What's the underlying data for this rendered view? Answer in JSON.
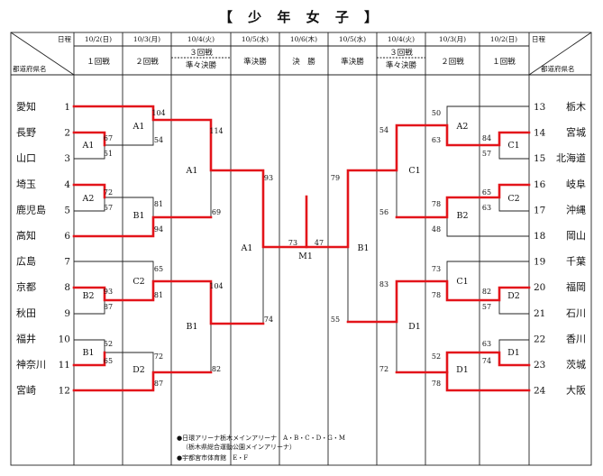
{
  "title": "【 少 年 女 子 】",
  "header": {
    "date_label": "日程",
    "pref_label": "都道府県名",
    "left_dates": [
      "10/2(日)",
      "10/3(月)",
      "10/4(火)",
      "10/5(水)"
    ],
    "center_date": "10/6(木)",
    "right_dates": [
      "10/5(水)",
      "10/4(火)",
      "10/3(月)",
      "10/2(日)"
    ],
    "left_rounds": [
      "１回戦",
      "２回戦",
      "準々決勝",
      "準決勝"
    ],
    "third_round": "３回戦",
    "center_round": "決　勝",
    "right_rounds": [
      "準決勝",
      "準々決勝",
      "２回戦",
      "１回戦"
    ]
  },
  "left_teams": [
    {
      "seed": "1",
      "name": "愛知"
    },
    {
      "seed": "2",
      "name": "長野"
    },
    {
      "seed": "3",
      "name": "山口"
    },
    {
      "seed": "4",
      "name": "埼玉"
    },
    {
      "seed": "5",
      "name": "鹿児島"
    },
    {
      "seed": "6",
      "name": "高知"
    },
    {
      "seed": "7",
      "name": "広島"
    },
    {
      "seed": "8",
      "name": "京都"
    },
    {
      "seed": "9",
      "name": "秋田"
    },
    {
      "seed": "10",
      "name": "福井"
    },
    {
      "seed": "11",
      "name": "神奈川"
    },
    {
      "seed": "12",
      "name": "宮崎"
    }
  ],
  "right_teams": [
    {
      "seed": "13",
      "name": "栃木"
    },
    {
      "seed": "14",
      "name": "宮城"
    },
    {
      "seed": "15",
      "name": "北海道"
    },
    {
      "seed": "16",
      "name": "岐阜"
    },
    {
      "seed": "17",
      "name": "沖縄"
    },
    {
      "seed": "18",
      "name": "岡山"
    },
    {
      "seed": "19",
      "name": "千葉"
    },
    {
      "seed": "20",
      "name": "福岡"
    },
    {
      "seed": "21",
      "name": "石川"
    },
    {
      "seed": "22",
      "name": "香川"
    },
    {
      "seed": "23",
      "name": "茨城"
    },
    {
      "seed": "24",
      "name": "大阪"
    }
  ],
  "matches": {
    "L1_top": {
      "court": "A1",
      "scores": [
        "67",
        "51"
      ]
    },
    "L1_bot": {
      "court": "A2",
      "scores": [
        "72",
        "57"
      ]
    },
    "L1_mid": {
      "court": "B2",
      "scores": [
        "93",
        "87"
      ]
    },
    "L1_low": {
      "court": "B1",
      "scores": [
        "52",
        "65"
      ]
    },
    "L2_a": {
      "court": "A1",
      "scores": [
        "104",
        "54"
      ]
    },
    "L2_b": {
      "court": "B1",
      "scores": [
        "81",
        "94"
      ]
    },
    "L2_c": {
      "court": "C2",
      "scores": [
        "65",
        "81"
      ]
    },
    "L2_d": {
      "court": "D2",
      "scores": [
        "72",
        "87"
      ]
    },
    "L3_a": {
      "court": "A1",
      "scores": [
        "114",
        "69"
      ]
    },
    "L3_b": {
      "court": "B1",
      "scores": [
        "104",
        "82"
      ]
    },
    "L4": {
      "court": "A1",
      "scores": [
        "93",
        "74"
      ]
    },
    "final": {
      "court": "M1",
      "scores": [
        "73",
        "47"
      ]
    },
    "R4": {
      "court": "B1",
      "scores": [
        "79",
        "55"
      ]
    },
    "R3_a": {
      "court": "C1",
      "scores": [
        "54",
        "56"
      ]
    },
    "R3_b": {
      "court": "D1",
      "scores": [
        "83",
        "72"
      ]
    },
    "R2_a": {
      "court": "A2",
      "scores": [
        "50",
        "63"
      ]
    },
    "R2_b": {
      "court": "B2",
      "scores": [
        "78",
        "48"
      ]
    },
    "R2_c": {
      "court": "C1",
      "scores": [
        "73",
        "78"
      ]
    },
    "R2_d": {
      "court": "D1",
      "scores": [
        "52",
        "78"
      ]
    },
    "R1_top": {
      "court": "C1",
      "scores": [
        "84",
        "57"
      ]
    },
    "R1_bot": {
      "court": "C2",
      "scores": [
        "65",
        "63"
      ]
    },
    "R1_mid": {
      "court": "D2",
      "scores": [
        "82",
        "57"
      ]
    },
    "R1_low": {
      "court": "D1",
      "scores": [
        "63",
        "74"
      ]
    }
  },
  "footer": [
    "●日環アリーナ栃木メインアリーナ　A・B・C・D・G・M",
    "（栃木県総合運動公園メインアリーナ）",
    "●宇都宮市体育館　E・F"
  ],
  "colors": {
    "winner_line": "#e3141a",
    "line": "#222222"
  }
}
